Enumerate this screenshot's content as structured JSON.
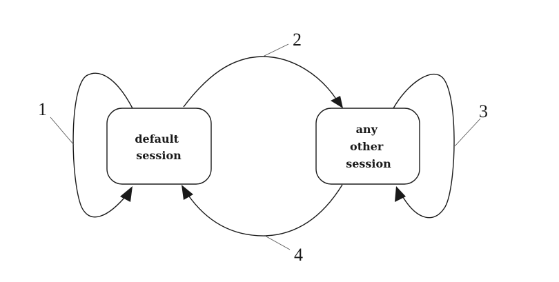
{
  "nodes": {
    "default_session": {
      "lines": [
        "default",
        "session"
      ]
    },
    "other_session": {
      "lines": [
        "any",
        "other",
        "session"
      ]
    }
  },
  "callouts": [
    "1",
    "2",
    "3",
    "4"
  ]
}
